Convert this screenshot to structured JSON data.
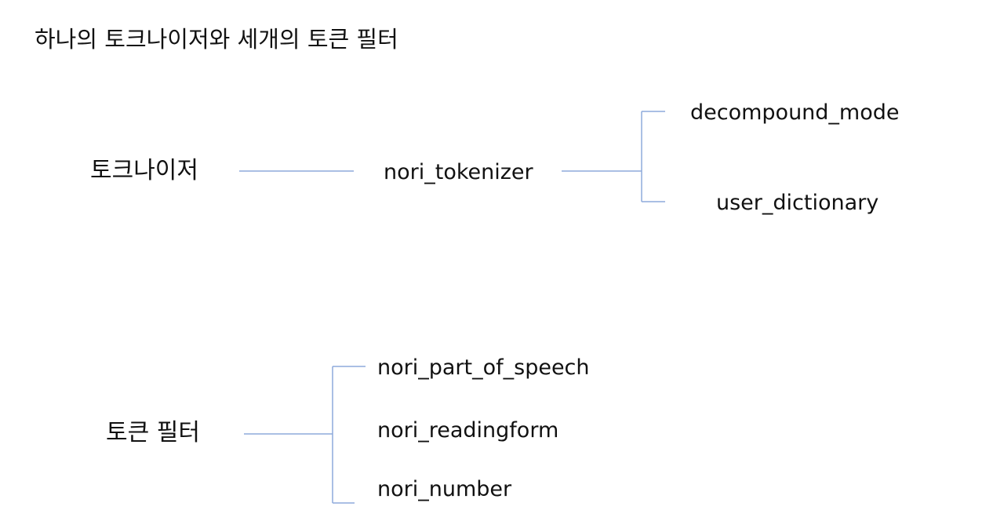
{
  "title": "하나의 토크나이저와 세개의 토큰 필터",
  "tokenizer": {
    "category_label": "토크나이저",
    "name": "nori_tokenizer",
    "options": [
      "decompound_mode",
      "user_dictionary"
    ]
  },
  "token_filter": {
    "category_label": "토큰 필터",
    "filters": [
      "nori_part_of_speech",
      "nori_readingform",
      "nori_number"
    ]
  },
  "colors": {
    "connector": "#8eaadb",
    "text": "#111111"
  }
}
